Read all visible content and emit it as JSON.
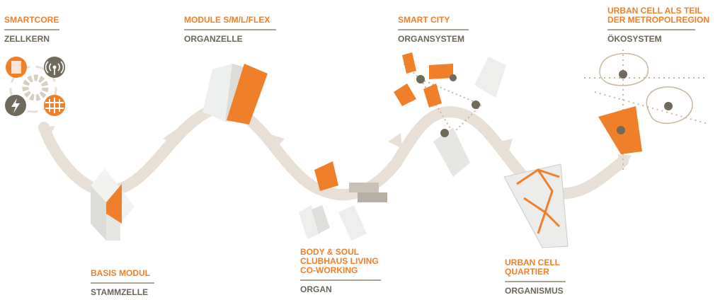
{
  "colors": {
    "accent": "#f07f2a",
    "path": "#e8e0d6",
    "dark": "#6f6a5c"
  },
  "stages": [
    {
      "title": [
        "SMARTCORE"
      ],
      "subtitle": "ZELLKERN"
    },
    {
      "title": [
        "BASIS MODUL"
      ],
      "subtitle": "STAMMZELLE"
    },
    {
      "title": [
        "MODULE S/M/L/FLEX"
      ],
      "subtitle": "ORGANZELLE"
    },
    {
      "title": [
        "BODY & SOUL",
        "CLUBHAUS LIVING",
        "CO-WORKING"
      ],
      "subtitle": "ORGAN"
    },
    {
      "title": [
        "SMART CITY"
      ],
      "subtitle": "ORGANSYSTEM"
    },
    {
      "title": [
        "URBAN CELL",
        "QUARTIER"
      ],
      "subtitle": "ORGANISMUS"
    },
    {
      "title": [
        "URBAN CELL ALS TEIL",
        "DER METROPOLREGION"
      ],
      "subtitle": "ÖKOSYSTEM"
    }
  ]
}
